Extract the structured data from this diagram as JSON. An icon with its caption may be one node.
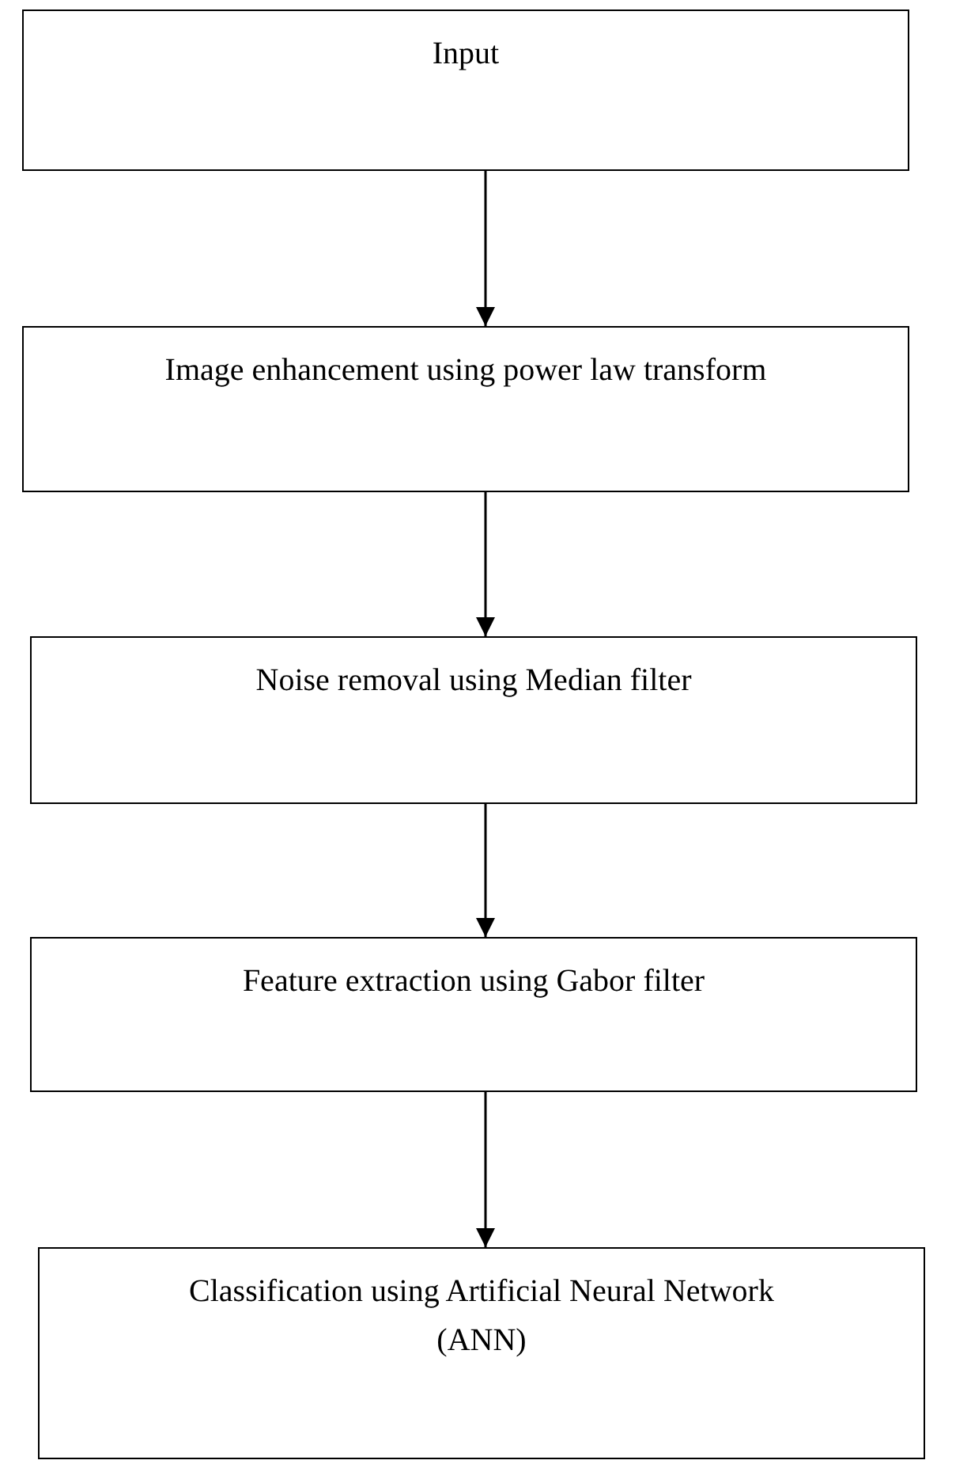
{
  "diagram": {
    "nodes": [
      {
        "text": [
          "Input"
        ]
      },
      {
        "text": [
          "Image enhancement using power law transform"
        ]
      },
      {
        "text": [
          "Noise removal using Median filter"
        ]
      },
      {
        "text": [
          "Feature extraction using Gabor filter"
        ]
      },
      {
        "text": [
          "Classification using Artificial Neural Network (ANN)"
        ]
      }
    ],
    "edges": [
      {
        "from": 0,
        "to": 1,
        "arrow": "to"
      },
      {
        "from": 1,
        "to": 2,
        "arrow": "to"
      },
      {
        "from": 2,
        "to": 3,
        "arrow": "to"
      },
      {
        "from": 3,
        "to": 4,
        "arrow": "to"
      }
    ]
  }
}
